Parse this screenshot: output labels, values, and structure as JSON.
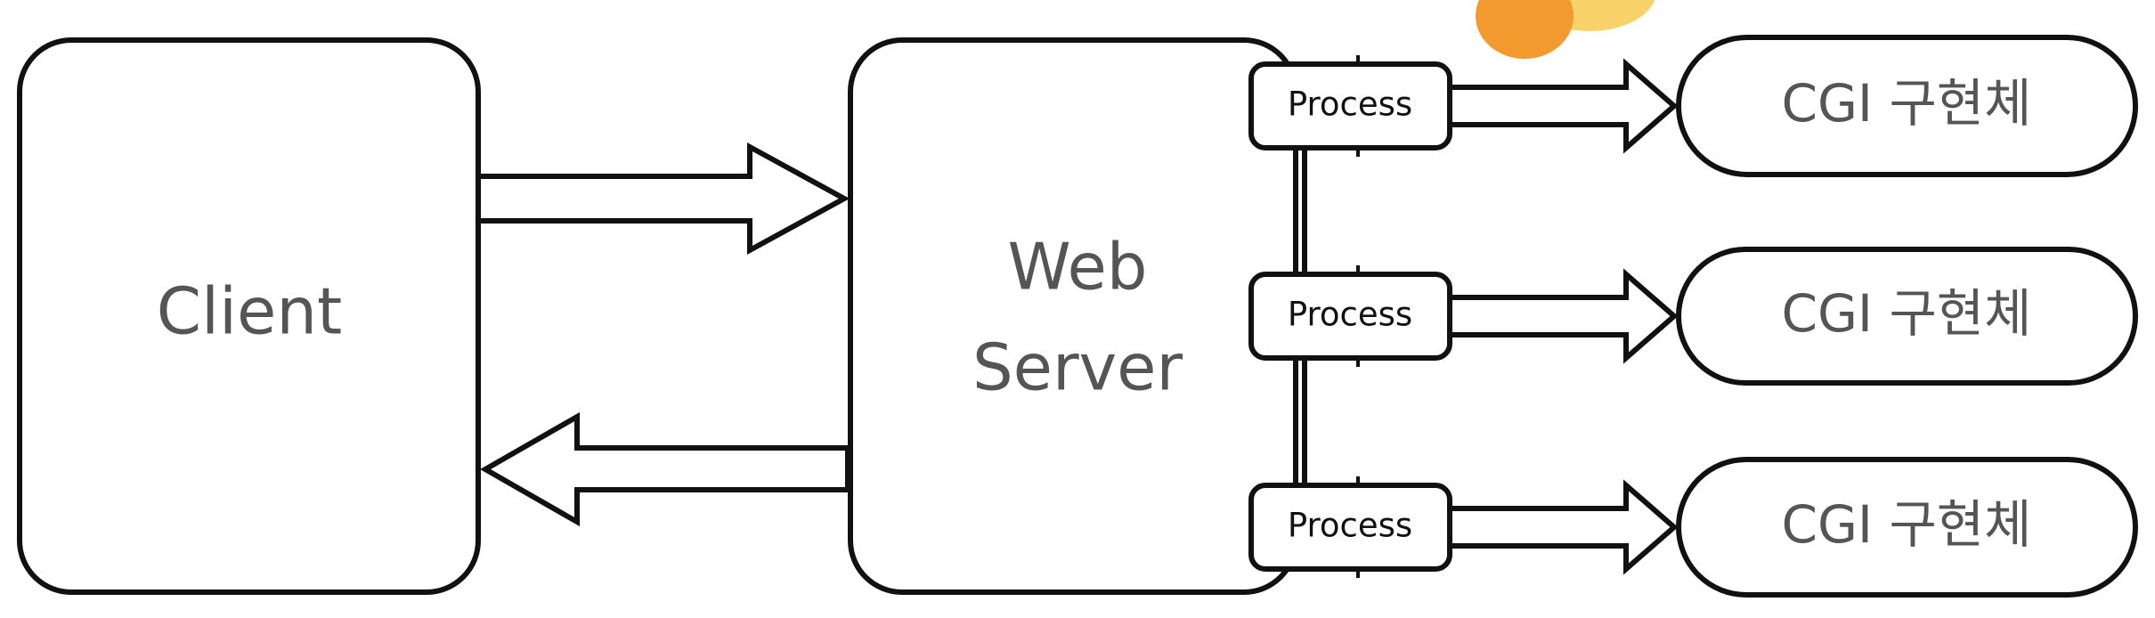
{
  "nodes": {
    "client": "Client",
    "web_server_line1": "Web",
    "web_server_line2": "Server",
    "process_1": "Process",
    "process_2": "Process",
    "process_3": "Process",
    "cgi_1": "CGI 구현체",
    "cgi_2": "CGI 구현체",
    "cgi_3": "CGI 구현체"
  },
  "colors": {
    "stroke": "#111111",
    "node_text": "#555555",
    "decoration_orange": "#F29A2E",
    "decoration_yellow": "#F9D36A"
  }
}
